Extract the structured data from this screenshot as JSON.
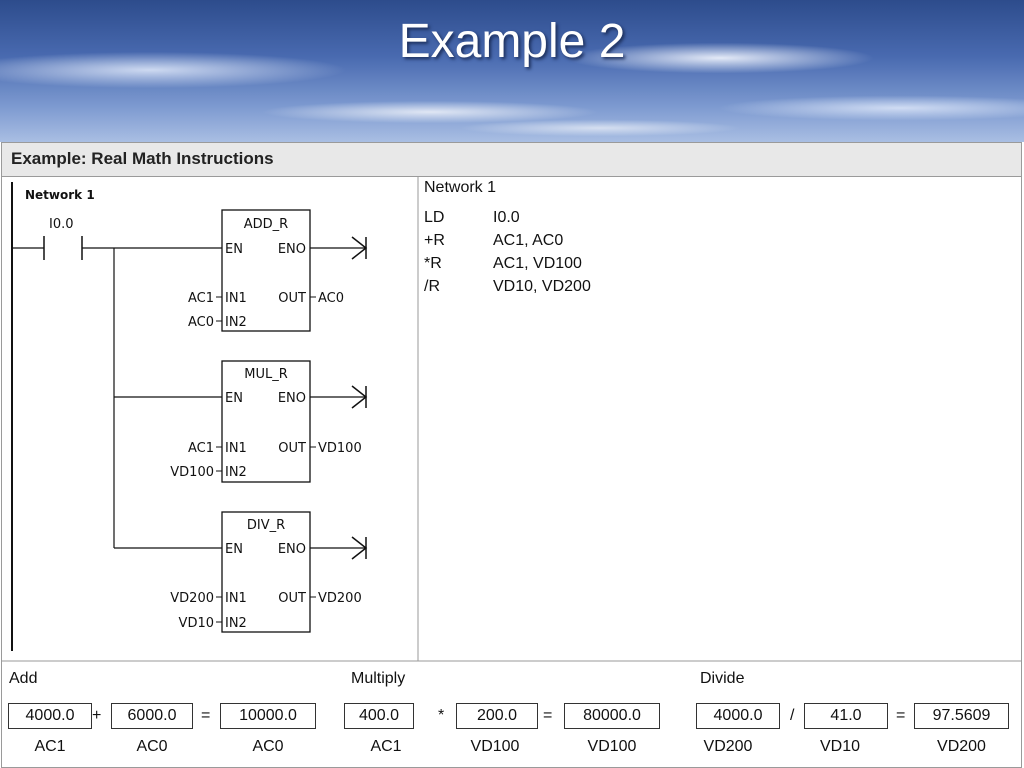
{
  "slide": {
    "title": "Example 2"
  },
  "figure": {
    "title": "Example: Real Math Instructions"
  },
  "ladder": {
    "network_label": "Network 1",
    "contact_label": "I0.0",
    "boxes": [
      {
        "name": "ADD_R",
        "en": "EN",
        "eno": "ENO",
        "in1": "IN1",
        "in2": "IN2",
        "out": "OUT",
        "in1_op": "AC1",
        "in2_op": "AC0",
        "out_op": "AC0"
      },
      {
        "name": "MUL_R",
        "en": "EN",
        "eno": "ENO",
        "in1": "IN1",
        "in2": "IN2",
        "out": "OUT",
        "in1_op": "AC1",
        "in2_op": "VD100",
        "out_op": "VD100"
      },
      {
        "name": "DIV_R",
        "en": "EN",
        "eno": "ENO",
        "in1": "IN1",
        "in2": "IN2",
        "out": "OUT",
        "in1_op": "VD200",
        "in2_op": "VD10",
        "out_op": "VD200"
      }
    ]
  },
  "stl": {
    "title": "Network 1",
    "rows": [
      {
        "op": "LD",
        "arg": "I0.0"
      },
      {
        "op": "+R",
        "arg": "AC1, AC0"
      },
      {
        "op": "*R",
        "arg": "AC1, VD100"
      },
      {
        "op": "/R",
        "arg": "VD10, VD200"
      }
    ]
  },
  "calculations": {
    "add": {
      "label": "Add",
      "a": "4000.0",
      "op": "+",
      "b": "6000.0",
      "eq": "=",
      "r": "10000.0",
      "a_reg": "AC1",
      "b_reg": "AC0",
      "r_reg": "AC0"
    },
    "multiply": {
      "label": "Multiply",
      "a": "400.0",
      "op": "*",
      "b": "200.0",
      "eq": "=",
      "r": "80000.0",
      "a_reg": "AC1",
      "b_reg": "VD100",
      "r_reg": "VD100"
    },
    "divide": {
      "label": "Divide",
      "a": "4000.0",
      "op": "/",
      "b": "41.0",
      "eq": "=",
      "r": "97.5609",
      "a_reg": "VD200",
      "b_reg": "VD10",
      "r_reg": "VD200"
    }
  }
}
